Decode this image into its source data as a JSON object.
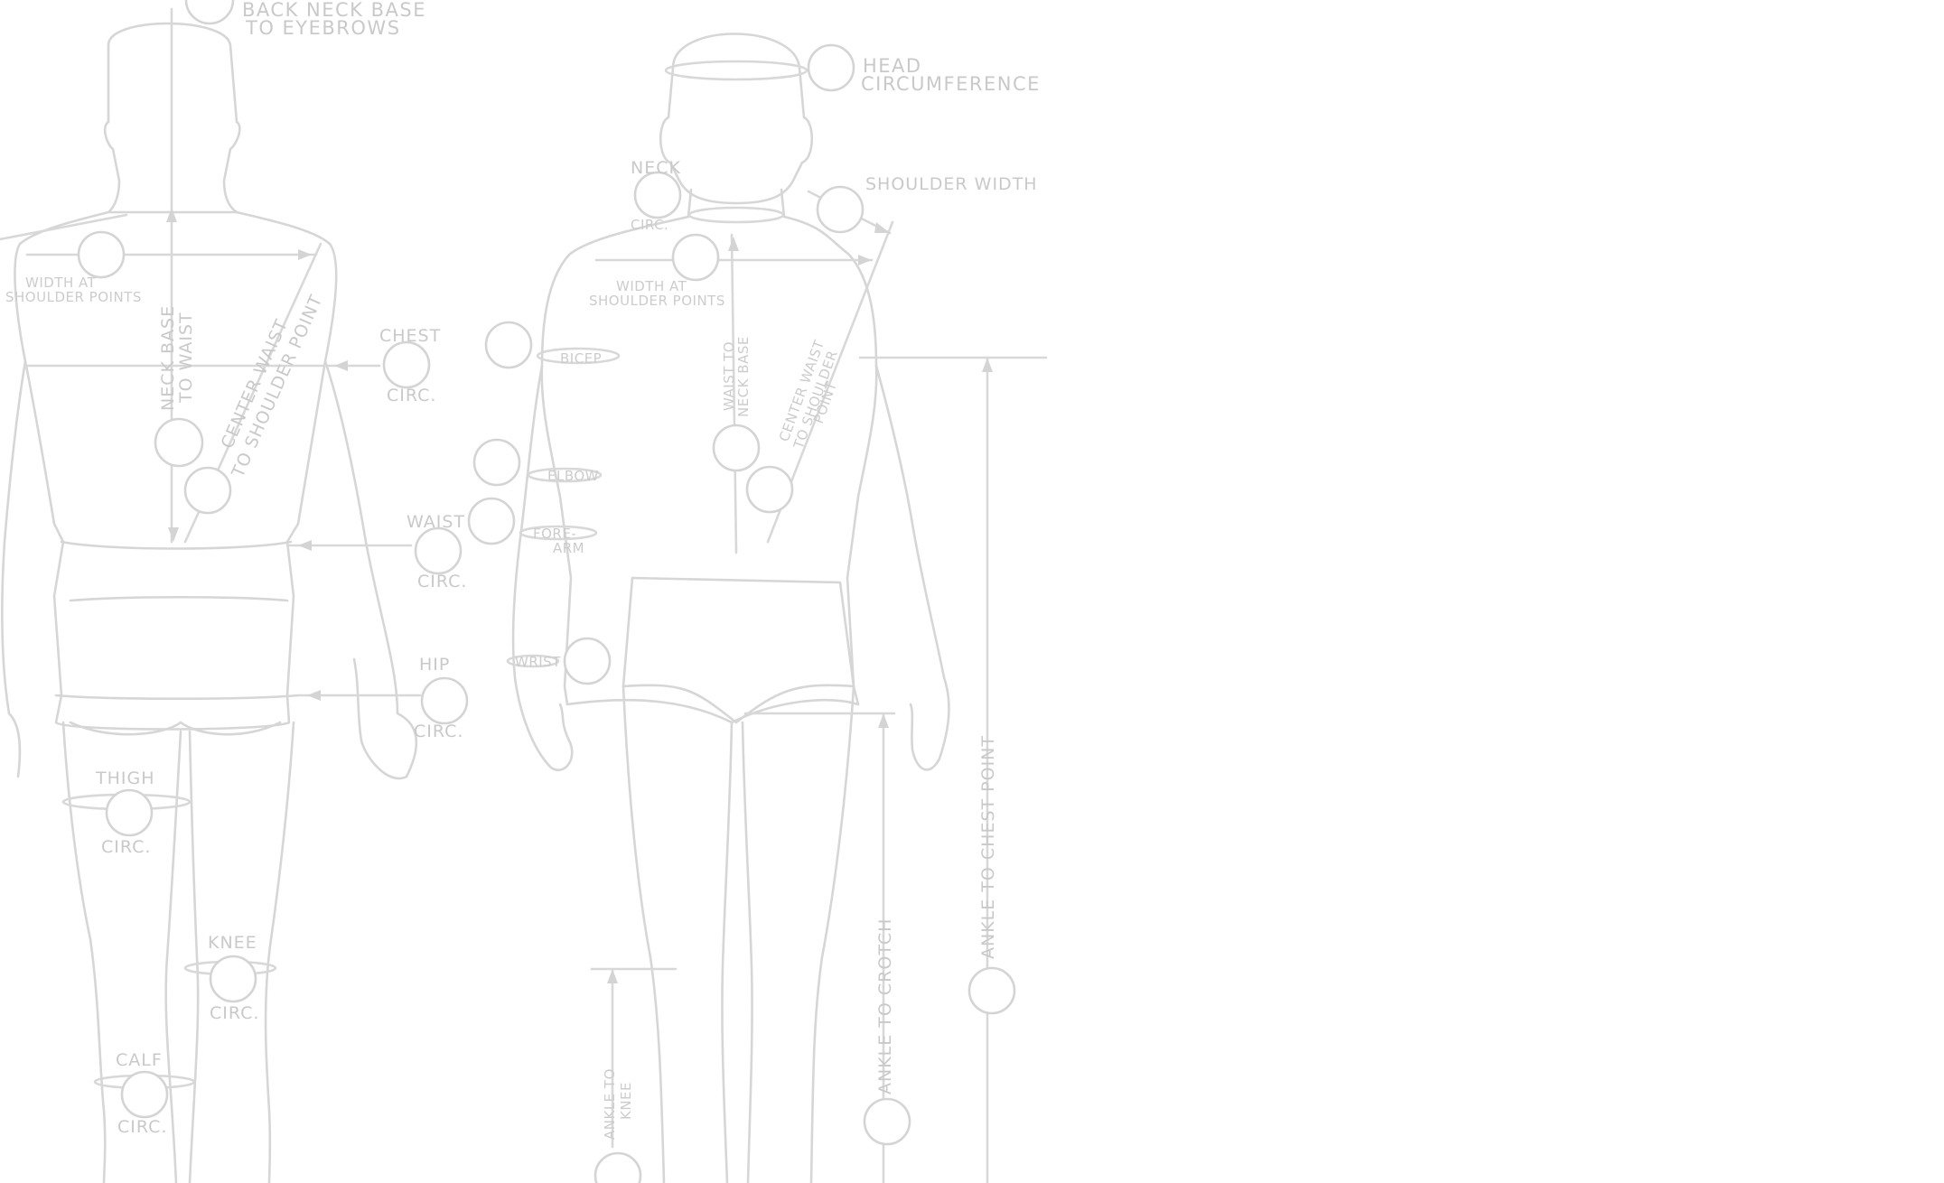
{
  "labels": {
    "back_neck_base_1": "BACK NECK BASE",
    "back_neck_base_2": "TO EYEBROWS",
    "head_circ_1": "HEAD",
    "head_circ_2": "CIRCUMFERENCE",
    "neck": "NECK",
    "neck_circ": "CIRC.",
    "shoulder_width": "SHOULDER WIDTH",
    "back_width_1": "WIDTH AT",
    "back_width_2": "SHOULDER POINTS",
    "front_width_1": "WIDTH AT",
    "front_width_2": "SHOULDER POINTS",
    "neck_base_1": "NECK BASE",
    "neck_base_2": "TO WAIST",
    "center_waist_1": "CENTER WAIST",
    "center_waist_2": "TO SHOULDER POINT",
    "chest": "CHEST",
    "chest_circ": "CIRC.",
    "waist": "WAIST",
    "waist_circ": "CIRC.",
    "hip": "HIP",
    "hip_circ": "CIRC.",
    "thigh": "THIGH",
    "thigh_circ": "CIRC.",
    "knee": "KNEE",
    "knee_circ": "CIRC.",
    "calf": "CALF",
    "calf_circ": "CIRC.",
    "bicep": "BICEP",
    "elbow": "ELBOW",
    "forearm_1": "FORE-",
    "forearm_2": "ARM",
    "wrist": "WRIST",
    "waist_neck_1": "WAIST TO",
    "waist_neck_2": "NECK BASE",
    "front_cw_1": "CENTER WAIST",
    "front_cw_2": "TO SHOULDER",
    "front_cw_3": "POINT",
    "ankle_knee_1": "ANKLE TO",
    "ankle_knee_2": "KNEE",
    "ankle_crotch": "ANKLE TO CROTCH",
    "ankle_chest": "ANKLE TO CHEST POINT"
  }
}
